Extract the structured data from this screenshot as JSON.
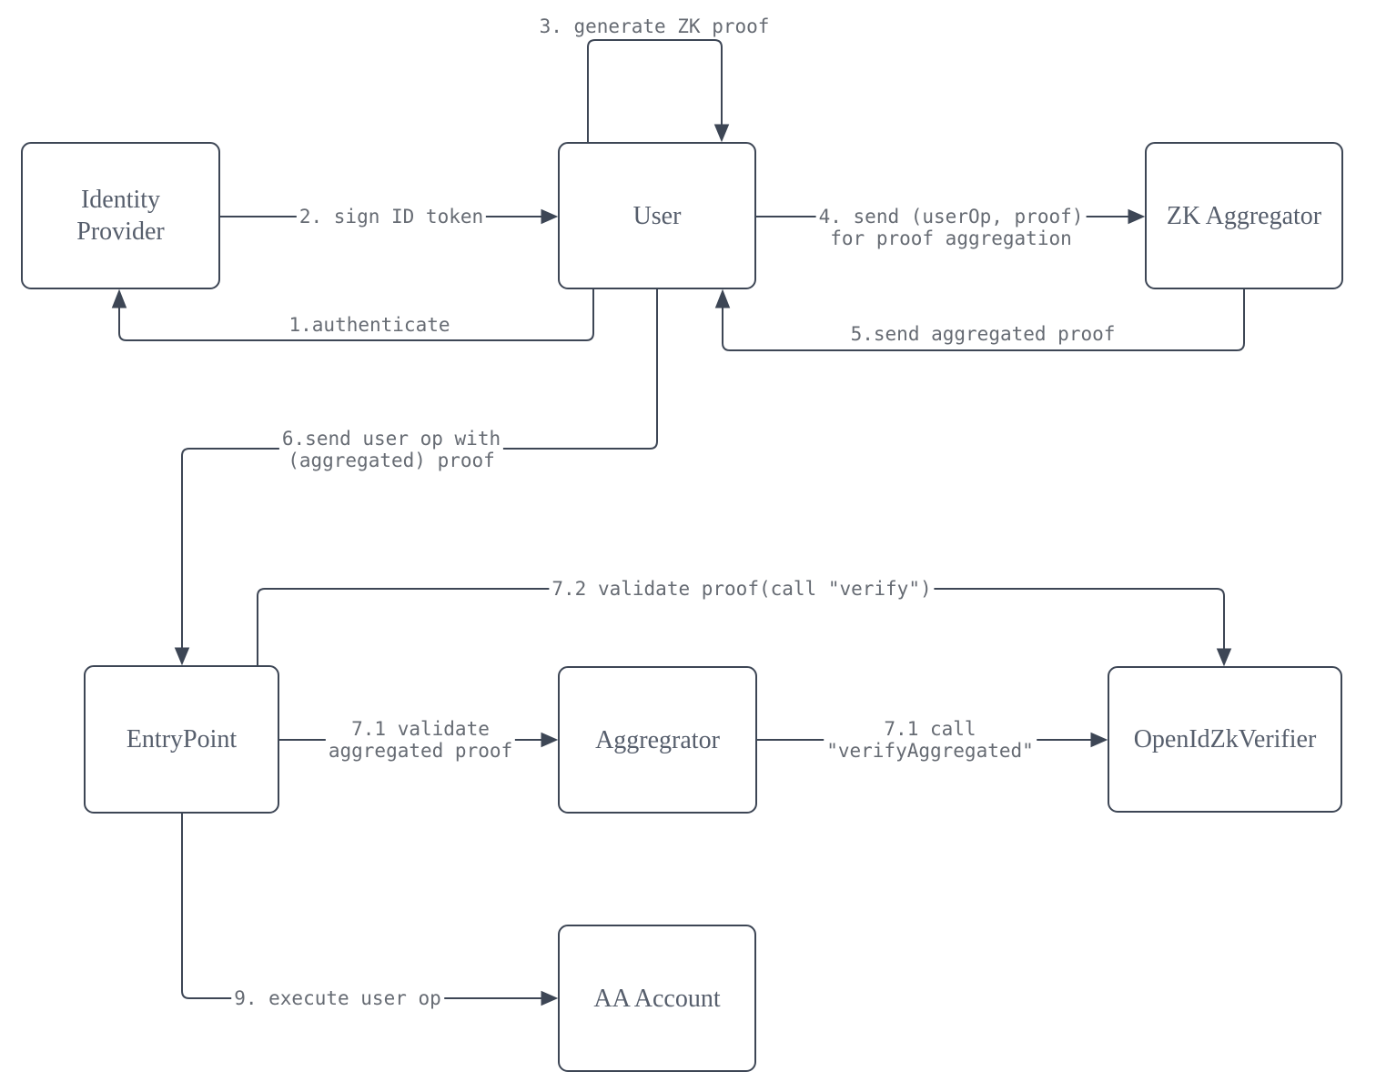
{
  "diagram": {
    "background_color": "#ffffff",
    "stroke_color": "#3d4655",
    "node_text_color": "#565e6c",
    "edge_text_color": "#666b73",
    "nodes": [
      {
        "id": "identity-provider",
        "label": "Identity\nProvider"
      },
      {
        "id": "user",
        "label": "User"
      },
      {
        "id": "zk-aggregator",
        "label": "ZK Aggregator"
      },
      {
        "id": "entrypoint",
        "label": "EntryPoint"
      },
      {
        "id": "aggregrator",
        "label": "Aggregrator"
      },
      {
        "id": "openidzkverifier",
        "label": "OpenIdZkVerifier"
      },
      {
        "id": "aa-account",
        "label": "AA Account"
      }
    ],
    "edges": [
      {
        "id": "authenticate",
        "label": "1.authenticate",
        "from": "user",
        "to": "identity-provider"
      },
      {
        "id": "sign-id-token",
        "label": "2. sign ID token",
        "from": "identity-provider",
        "to": "user"
      },
      {
        "id": "generate-zk-proof",
        "label": "3. generate ZK proof",
        "from": "user",
        "to": "user"
      },
      {
        "id": "send-userop-proof",
        "label": "4. send (userOp, proof)\nfor proof aggregation",
        "from": "user",
        "to": "zk-aggregator"
      },
      {
        "id": "send-aggregated-proof",
        "label": "5.send aggregated proof",
        "from": "zk-aggregator",
        "to": "user"
      },
      {
        "id": "send-user-op-with-proof",
        "label": "6.send user op with\n(aggregated) proof",
        "from": "user",
        "to": "entrypoint"
      },
      {
        "id": "validate-proof-call-verify",
        "label": "7.2 validate proof(call \"verify\")",
        "from": "entrypoint",
        "to": "openidzkverifier"
      },
      {
        "id": "validate-aggregated-proof",
        "label": "7.1 validate\naggregated proof",
        "from": "entrypoint",
        "to": "aggregrator"
      },
      {
        "id": "call-verify-aggregated",
        "label": "7.1 call\n\"verifyAggregated\"",
        "from": "aggregrator",
        "to": "openidzkverifier"
      },
      {
        "id": "execute-user-op",
        "label": "9. execute user op",
        "from": "entrypoint",
        "to": "aa-account"
      }
    ]
  }
}
